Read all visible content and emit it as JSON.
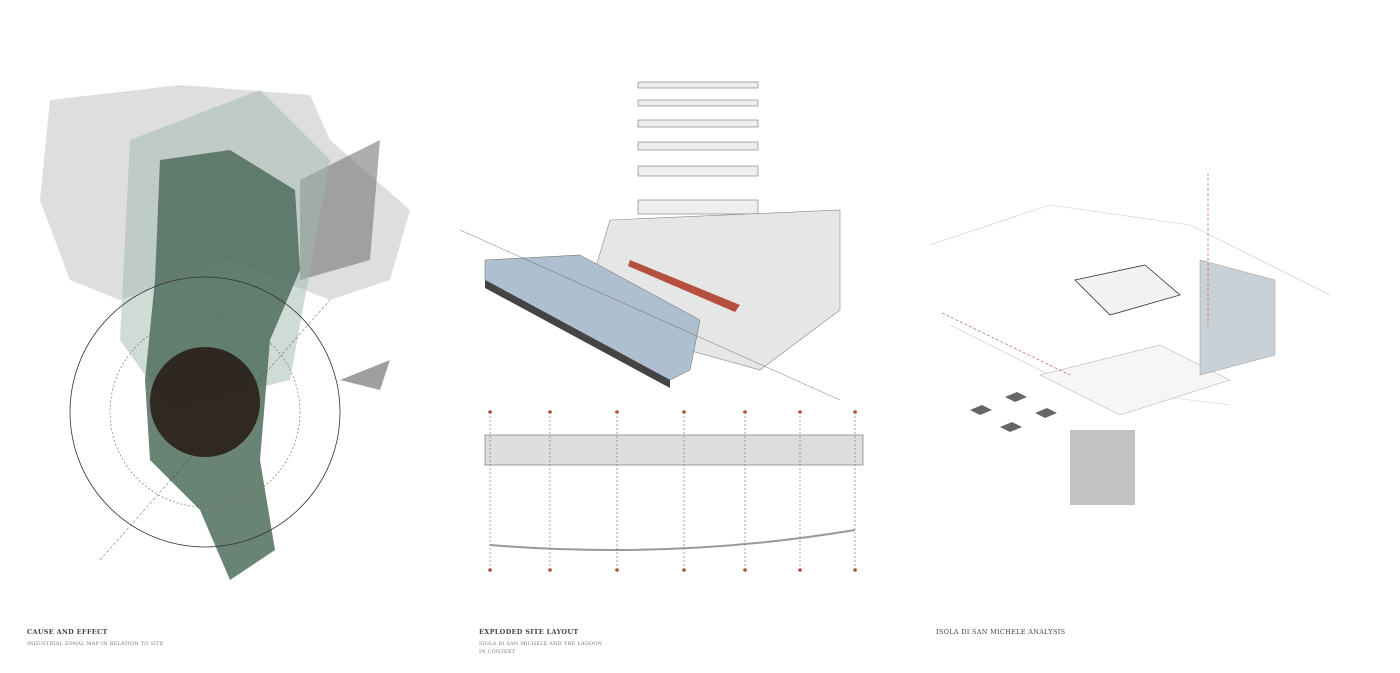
{
  "panels": [
    {
      "title": "CAUSE AND EFFECT",
      "subtitle": "INDUSTRIAL ZONAL MAP IN RELATION TO SITE"
    },
    {
      "title": "EXPLODED SITE LAYOUT",
      "subtitle": "ISOLA DI SAN MICHELE AND THE LAGOON IN CONTEXT"
    },
    {
      "title": "ISOLA DI SAN MICHELE ANALYSIS"
    }
  ],
  "colors": {
    "accent": "#b5503f",
    "water": "#aebfcf",
    "map_green": "#4f6d5d",
    "dark_circle": "#2a1f1a"
  }
}
